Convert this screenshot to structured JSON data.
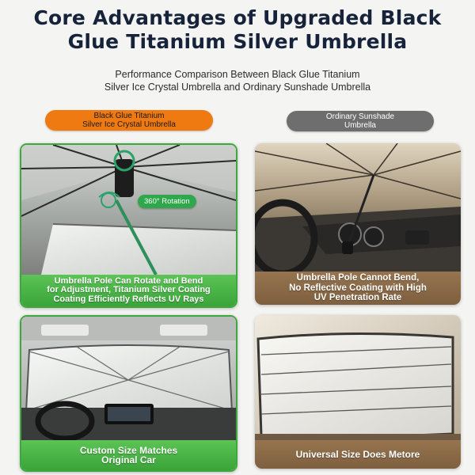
{
  "header": {
    "title_line1": "Core Advantages of Upgraded Black",
    "title_line2": "Glue Titanium Silver Umbrella",
    "subtitle_line1": "Performance Comparison Between Black Glue Titanium",
    "subtitle_line2": "Silver Ice Crystal Umbrella and Ordinary Sunshade Umbrella"
  },
  "columns": {
    "left_label_line1": "Black Glue Titanium",
    "left_label_line2": "Silver Ice Crystal Umbrella",
    "right_label_line1": "Ordinary Sunshade",
    "right_label_line2": "Umbrella"
  },
  "cards": {
    "upgraded_pole": {
      "badge": "360° Rotation",
      "caption_line1": "Umbrella Pole Can Rotate and Bend",
      "caption_line2": "for Adjustment, Titanium Silver Coating",
      "caption_line3": "Coating Efficiently Reflects UV Rays"
    },
    "ordinary_pole": {
      "caption_line1": "Umbrella Pole Cannot Bend,",
      "caption_line2": "No Reflective Coating with High",
      "caption_line3": "UV Penetration Rate"
    },
    "upgraded_size": {
      "caption_line1": "Custom Size Matches",
      "caption_line2": "Original Car"
    },
    "ordinary_size": {
      "caption_line1": "Universal Size Does Metore"
    }
  },
  "colors": {
    "title": "#16233a",
    "orange_pill": "#f07a12",
    "gray_pill": "#6e6e6e",
    "green_caption": "#4cb548",
    "brown_caption": "#8a6a47"
  }
}
